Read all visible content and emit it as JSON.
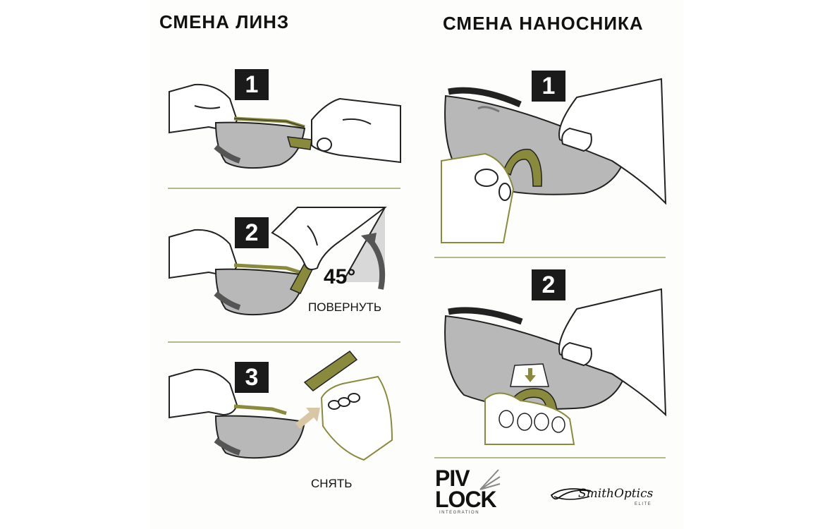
{
  "left_section": {
    "title": "СМЕНА ЛИНЗ",
    "steps": [
      {
        "number": "1"
      },
      {
        "number": "2",
        "angle": "45°",
        "caption": "ПОВЕРНУТЬ"
      },
      {
        "number": "3",
        "caption": "СНЯТЬ"
      }
    ]
  },
  "right_section": {
    "title": "СМЕНА НАНОСНИКА",
    "steps": [
      {
        "number": "1"
      },
      {
        "number": "2"
      }
    ]
  },
  "logos": {
    "pivlock": {
      "line1": "PIV",
      "line2": "LOCK",
      "tagline": "INTEGRATION"
    },
    "smith": {
      "word": "SmithOptics",
      "tagline": "ELITE"
    }
  },
  "colors": {
    "accent_olive": "#8a8a3c",
    "lens_gray": "#b8b8b8",
    "step_box": "#1a1a1a"
  }
}
